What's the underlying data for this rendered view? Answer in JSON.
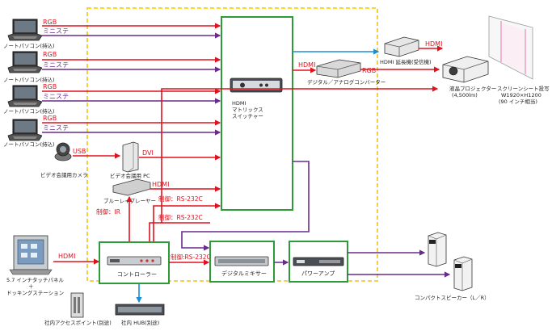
{
  "labels": {
    "rgb": "RGB",
    "mini_stereo": "ミニステ",
    "laptop": "ノートパソコン(持込)",
    "usb": "USB",
    "dvi": "DVI",
    "hdmi": "HDMI",
    "camera": "ビデオ会議用カメラ",
    "pc": "ビデオ会議用 PC",
    "bluray": "ブルーレイプレーヤー",
    "switcher_l1": "HDMI",
    "switcher_l2": "マトリックス",
    "switcher_l3": "スイッチャー",
    "extender": "HDMI 延長機(受信機)",
    "converter": "デジタル／アナログコンバーター",
    "projector_l1": "液晶プロジェクター",
    "projector_l2": "(4,500lm)",
    "screen_l1": "スクリーンシート投写",
    "screen_l2": "W1920×H1200",
    "screen_l3": "(90 インチ相当)",
    "control_ir": "制御：IR",
    "control_rs1": "制御：RS-232C",
    "control_rs2": "制御：RS-232C",
    "control_rs3": "制御:RS-232C",
    "touchpanel_l1": "5.7 インチタッチパネル",
    "touchpanel_l2": "＋",
    "touchpanel_l3": "ドッキングステーション",
    "controller": "コントローラー",
    "mixer": "デジタルミキサー",
    "amp": "パワーアンプ",
    "speaker": "コンパクトスピーカー（L／R）",
    "access_point": "社内アクセスポイント(別途)",
    "hub": "社内 HUB(別途)"
  },
  "colors": {
    "video": "#e0121e",
    "audio": "#6a2b8c",
    "network": "#1a8fd6",
    "boundary": "#f5c400",
    "equipment_box": "#2e9a3a"
  }
}
